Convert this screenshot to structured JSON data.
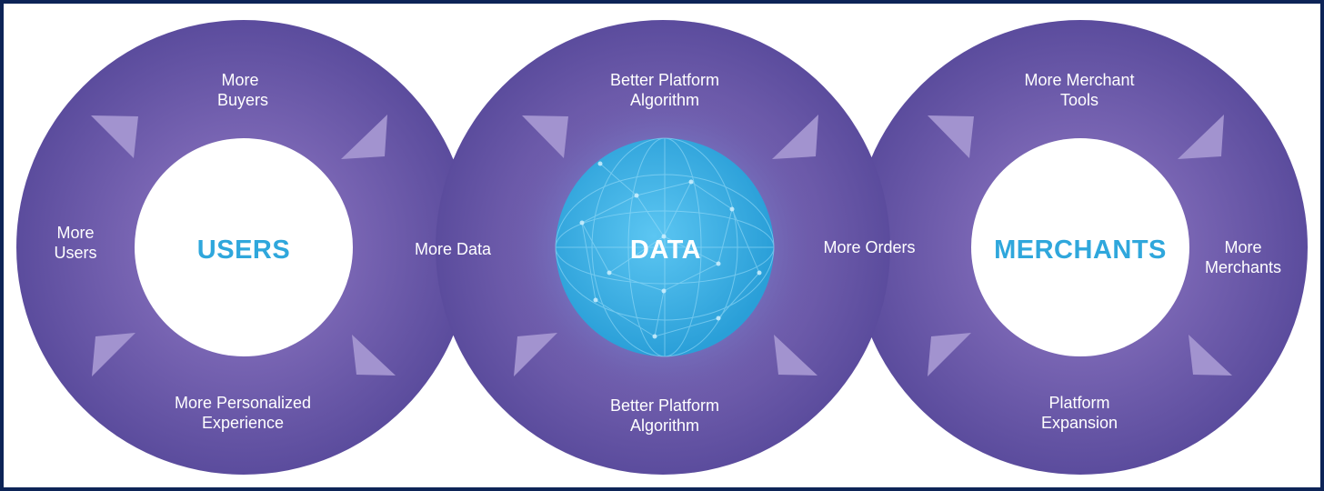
{
  "colors": {
    "ring": "#5e4f9f",
    "ring_light": "#7a66b4",
    "arrow": "#a293cf",
    "hub_text": "#2fa7dc",
    "data_sphere": "#3fb3e6",
    "border": "#0d2457"
  },
  "circles": [
    {
      "id": "users",
      "hub_label": "USERS",
      "labels": {
        "top": [
          "More",
          "Buyers"
        ],
        "left": [
          "More",
          "Users"
        ],
        "bottom": [
          "More Personalized",
          "Experience"
        ]
      }
    },
    {
      "id": "data",
      "hub_label": "DATA",
      "labels": {
        "top": [
          "Better Platform",
          "Algorithm"
        ],
        "bottom": [
          "Better Platform",
          "Algorithm"
        ]
      }
    },
    {
      "id": "merchants",
      "hub_label": "MERCHANTS",
      "labels": {
        "top": [
          "More Merchant",
          "Tools"
        ],
        "right": [
          "More",
          "Merchants"
        ],
        "bottom": [
          "Platform",
          "Expansion"
        ]
      }
    }
  ],
  "connectors": {
    "users_to_data": "More Data",
    "data_to_merchants": "More Orders"
  },
  "icons": [
    "cycle-arrow-icon",
    "network-sphere-icon"
  ]
}
